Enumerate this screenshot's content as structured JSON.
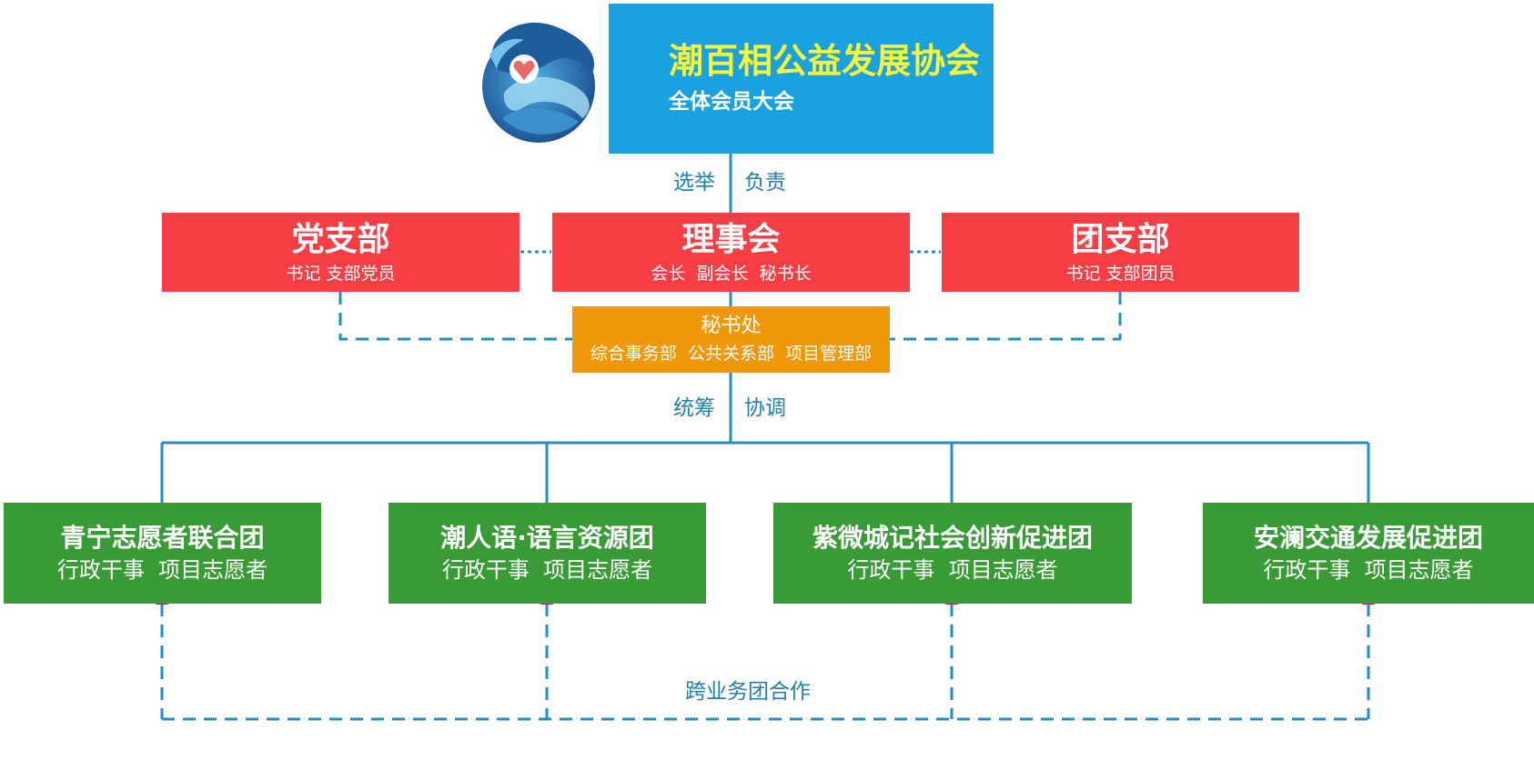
{
  "top": {
    "title": "潮百相公益发展协会",
    "subtitle": "全体会员大会"
  },
  "labels": {
    "elect": "选举",
    "responsible": "负责",
    "coordinate_a": "统筹",
    "coordinate_b": "协调",
    "cross": "跨业务团合作"
  },
  "party_branch": {
    "title": "党支部",
    "members": "书记 支部党员"
  },
  "council": {
    "title": "理事会",
    "members": "会长  副会长  秘书长"
  },
  "youth_branch": {
    "title": "团支部",
    "members": "书记 支部团员"
  },
  "secretariat": {
    "title": "秘书处",
    "departments": "综合事务部  公共关系部  项目管理部"
  },
  "groups": [
    {
      "title": "青宁志愿者联合团",
      "roles": "行政干事  项目志愿者"
    },
    {
      "title": "潮人语·语言资源团",
      "roles": "行政干事  项目志愿者"
    },
    {
      "title": "紫微城记社会创新促进团",
      "roles": "行政干事  项目志愿者"
    },
    {
      "title": "安澜交通发展促进团",
      "roles": "行政干事  项目志愿者"
    }
  ],
  "colors": {
    "top": "#1aa1e0",
    "title_text": "#f7f53a",
    "red": "#f93d44",
    "orange": "#f09809",
    "green": "#389b36",
    "line": "#1f8ed0",
    "arrow": "#c2185b"
  }
}
